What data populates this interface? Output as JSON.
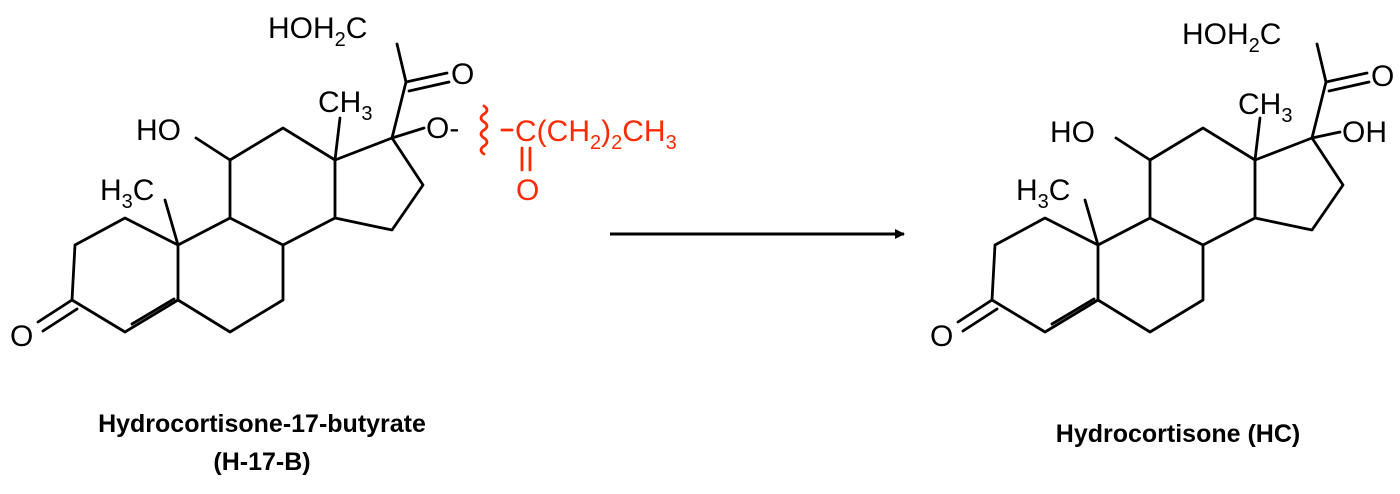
{
  "reactant": {
    "name": "Hydrocortisone-17-butyrate",
    "abbrev": "(H-17-B)",
    "labels": {
      "hoh2c": "HOH2C",
      "o_keto": "O",
      "ch3_top": "CH3",
      "ho": "HO",
      "ch3_left": "H3C",
      "o_ester": "O-",
      "butyrate": "C(CH2)2CH3",
      "o_carbonyl": "O",
      "o_enone": "O"
    },
    "cleavage_color": "#ff2a00"
  },
  "product": {
    "name": "Hydrocortisone (HC)",
    "labels": {
      "hoh2c": "HOH2C",
      "o_keto": "O",
      "ch3_top": "CH3",
      "ho": "HO",
      "oh": "OH",
      "ch3_left": "H3C",
      "o_enone": "O"
    }
  },
  "arrow": {
    "direction": "right"
  }
}
